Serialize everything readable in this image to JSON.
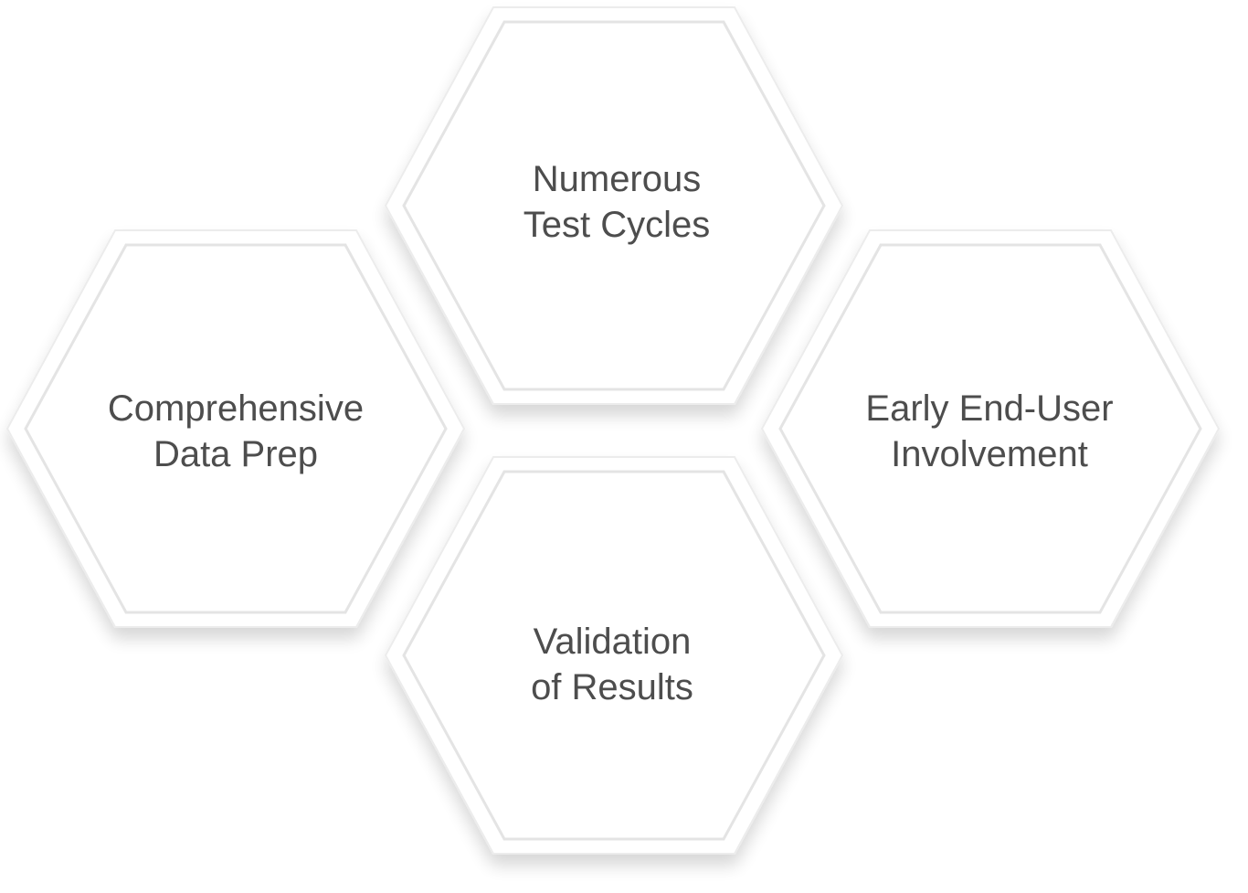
{
  "diagram": {
    "hexagons": [
      {
        "id": "top",
        "lines": [
          "Numerous",
          "Test Cycles"
        ]
      },
      {
        "id": "left",
        "lines": [
          "Comprehensive",
          "Data Prep"
        ]
      },
      {
        "id": "right",
        "lines": [
          "Early End-User",
          "Involvement"
        ]
      },
      {
        "id": "bottom",
        "lines": [
          "Validation",
          "of Results"
        ]
      }
    ]
  },
  "colors": {
    "text": "#4d4d4d",
    "hex_fill": "#ffffff",
    "hex_border": "#e4e4e4"
  }
}
